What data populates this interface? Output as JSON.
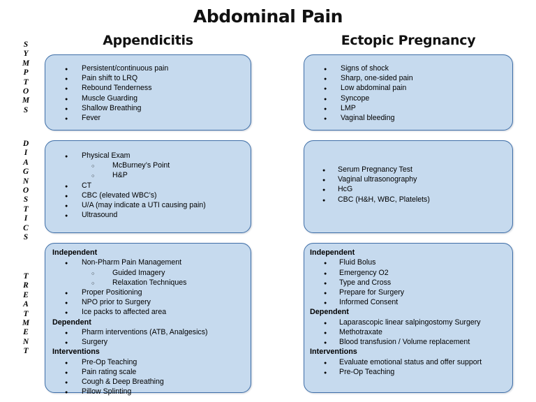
{
  "title": "Abdominal Pain",
  "colors": {
    "box_fill": "#c6daee",
    "box_border": "#3f6fa8",
    "text": "#000000",
    "background": "#ffffff"
  },
  "columns": {
    "left_heading": "Appendicitis",
    "right_heading": "Ectopic Pregnancy"
  },
  "row_labels": {
    "symptoms": "SYMPTOMS",
    "diagnostics": "DIAGNOSTICS",
    "treatment": "TREATMENT"
  },
  "appendicitis": {
    "symptoms": [
      {
        "level": 1,
        "text": "Persistent/continuous pain"
      },
      {
        "level": 1,
        "text": "Pain shift to LRQ"
      },
      {
        "level": 1,
        "text": "Rebound Tenderness"
      },
      {
        "level": 1,
        "text": "Muscle Guarding"
      },
      {
        "level": 1,
        "text": "Shallow Breathing"
      },
      {
        "level": 1,
        "text": "Fever"
      }
    ],
    "diagnostics": [
      {
        "level": 1,
        "text": "Physical Exam"
      },
      {
        "level": 2,
        "text": "McBurney’s Point"
      },
      {
        "level": 2,
        "text": "H&P"
      },
      {
        "level": 1,
        "text": "CT"
      },
      {
        "level": 1,
        "text": "CBC (elevated WBC’s)"
      },
      {
        "level": 1,
        "text": "U/A (may indicate a UTI causing  pain)"
      },
      {
        "level": 1,
        "text": "Ultrasound"
      }
    ],
    "treatment": [
      {
        "level": 0,
        "text": "Independent"
      },
      {
        "level": 1,
        "text": "Non-Pharm Pain Management"
      },
      {
        "level": 2,
        "text": "Guided Imagery"
      },
      {
        "level": 2,
        "text": "Relaxation Techniques"
      },
      {
        "level": 1,
        "text": "Proper Positioning"
      },
      {
        "level": 1,
        "text": "NPO prior to Surgery"
      },
      {
        "level": 1,
        "text": "Ice packs to affected area"
      },
      {
        "level": 0,
        "text": "Dependent"
      },
      {
        "level": 1,
        "text": "Pharm interventions (ATB, Analgesics)"
      },
      {
        "level": 1,
        "text": "Surgery"
      },
      {
        "level": 0,
        "text": "Interventions"
      },
      {
        "level": 1,
        "text": "Pre-Op Teaching"
      },
      {
        "level": 1,
        "text": "Pain rating scale"
      },
      {
        "level": 1,
        "text": "Cough & Deep Breathing"
      },
      {
        "level": 1,
        "text": "Pillow Splinting"
      }
    ]
  },
  "ectopic_pregnancy": {
    "symptoms": [
      {
        "level": 1,
        "text": "Signs of shock"
      },
      {
        "level": 1,
        "text": "Sharp, one-sided pain"
      },
      {
        "level": 1,
        "text": "Low abdominal pain"
      },
      {
        "level": 1,
        "text": "Syncope"
      },
      {
        "level": 1,
        "text": "LMP"
      },
      {
        "level": 1,
        "text": "Vaginal bleeding"
      }
    ],
    "diagnostics": [
      {
        "level": 1,
        "text": "Serum Pregnancy Test"
      },
      {
        "level": 1,
        "text": "Vaginal ultrasonography"
      },
      {
        "level": 1,
        "text": "HcG"
      },
      {
        "level": 1,
        "text": "CBC (H&H, WBC, Platelets)"
      }
    ],
    "treatment": [
      {
        "level": 0,
        "text": "Independent"
      },
      {
        "level": 1,
        "text": "Fluid Bolus"
      },
      {
        "level": 1,
        "text": "Emergency O2"
      },
      {
        "level": 1,
        "text": "Type and Cross"
      },
      {
        "level": 1,
        "text": "Prepare for Surgery"
      },
      {
        "level": 1,
        "text": "Informed Consent"
      },
      {
        "level": 0,
        "text": "Dependent"
      },
      {
        "level": 1,
        "text": "Laparascopic linear salpingostomy Surgery"
      },
      {
        "level": 1,
        "text": "Methotraxate"
      },
      {
        "level": 1,
        "text": "Blood transfusion / Volume replacement"
      },
      {
        "level": 0,
        "text": "Interventions"
      },
      {
        "level": 1,
        "text": "Evaluate emotional status and offer support"
      },
      {
        "level": 1,
        "text": "Pre-Op Teaching"
      }
    ]
  }
}
